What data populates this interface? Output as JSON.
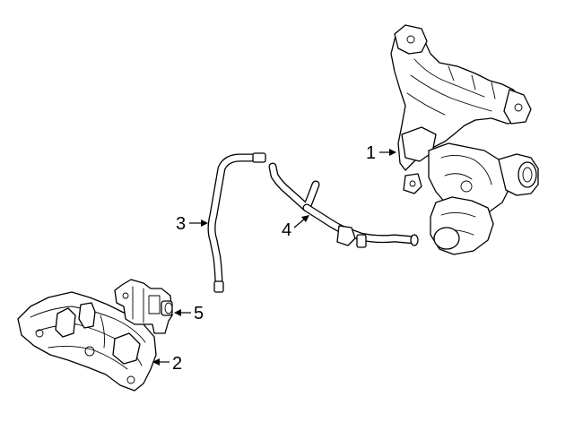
{
  "callouts": {
    "turbocharger": "1",
    "heat_shield": "2",
    "oil_feed_line": "3",
    "coolant_line": "4",
    "solenoid_valve": "5"
  },
  "colors": {
    "line": "#000000",
    "background": "#ffffff"
  }
}
